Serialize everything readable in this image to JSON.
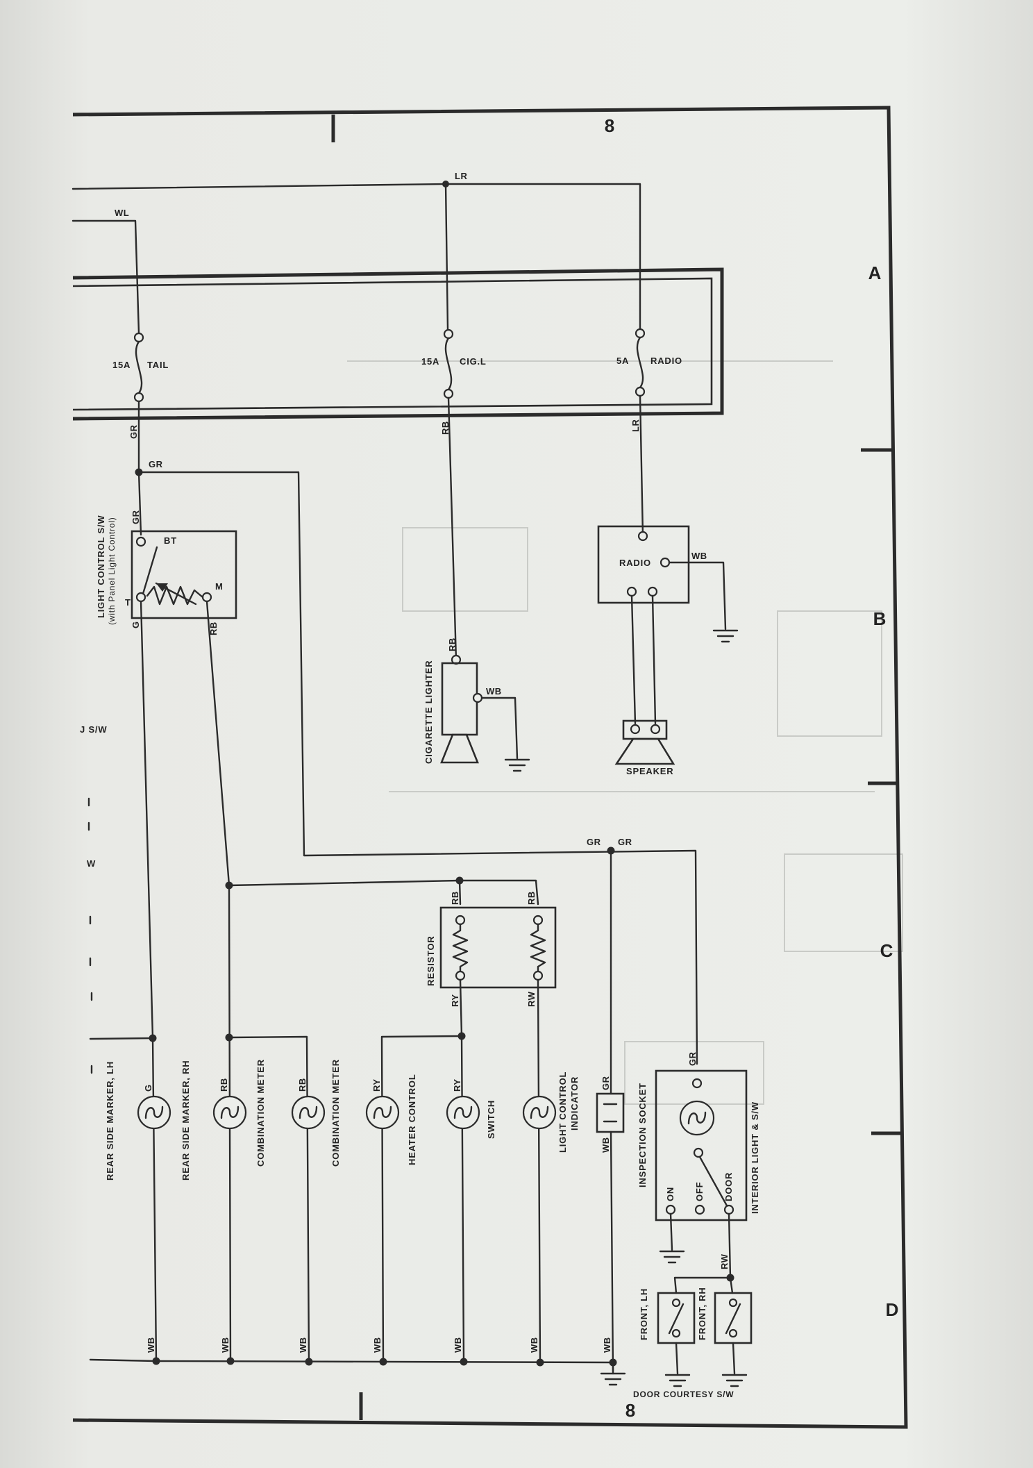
{
  "diagram": {
    "section_number_top": "8",
    "section_number_bottom": "8",
    "zones": [
      "A",
      "B",
      "C",
      "D"
    ],
    "fuses": [
      {
        "rating": "15A",
        "name": "TAIL"
      },
      {
        "rating": "15A",
        "name": "CIG.L"
      },
      {
        "rating": "5A",
        "name": "RADIO"
      }
    ],
    "wires": {
      "wl": "WL",
      "lr_top": "LR",
      "gr_tail": "GR",
      "gr_junction": "GR",
      "rb_cig": "RB",
      "lr_radio": "LR",
      "gr_lcs_in": "GR",
      "g_lcs_out": "G",
      "rb_lcs_out": "RB",
      "rb_cig_in": "RB",
      "wb_cig": "WB",
      "wb_radio": "WB",
      "gr_interior_left": "GR",
      "gr_interior_right": "GR",
      "rb_res_1": "RB",
      "rb_res_2": "RB",
      "ry_res": "RY",
      "rw_res": "RW",
      "g_rsm_lh": "G",
      "rb_rsm_rh": "RB",
      "rb_cm1": "RB",
      "rb_cm2": "RB",
      "ry_heater": "RY",
      "ry_switch": "RY",
      "gr_insp": "GR",
      "wb_insp": "WB",
      "gr_interior": "GR",
      "rw_door": "RW",
      "wb_ground": "WB"
    },
    "components": {
      "light_control_title": "LIGHT CONTROL S/W",
      "light_control_sub": "(with Panel Light Control)",
      "lcs_bt": "BT",
      "lcs_t": "T",
      "lcs_m": "M",
      "radio": "RADIO",
      "cigarette_lighter": "CIGARETTE LIGHTER",
      "speaker": "SPEAKER",
      "resistor": "RESISTOR",
      "rear_side_marker_lh": "REAR SIDE MARKER, LH",
      "rear_side_marker_rh": "REAR SIDE MARKER, RH",
      "combination_meter_1": "COMBINATION METER",
      "combination_meter_2": "COMBINATION METER",
      "heater_control": "HEATER CONTROL",
      "switch": "SWITCH",
      "light_control_indicator_1": "LIGHT CONTROL",
      "light_control_indicator_2": "INDICATOR",
      "inspection_socket": "INSPECTION SOCKET",
      "interior_light": "INTERIOR LIGHT & S/W",
      "il_on": "ON",
      "il_off": "OFF",
      "il_door": "DOOR",
      "front_lh": "FRONT, LH",
      "front_rh": "FRONT, RH",
      "door_courtesy": "DOOR COURTESY S/W"
    },
    "edge_fragments": {
      "sw1": "J S/W",
      "sw2": "W"
    }
  }
}
